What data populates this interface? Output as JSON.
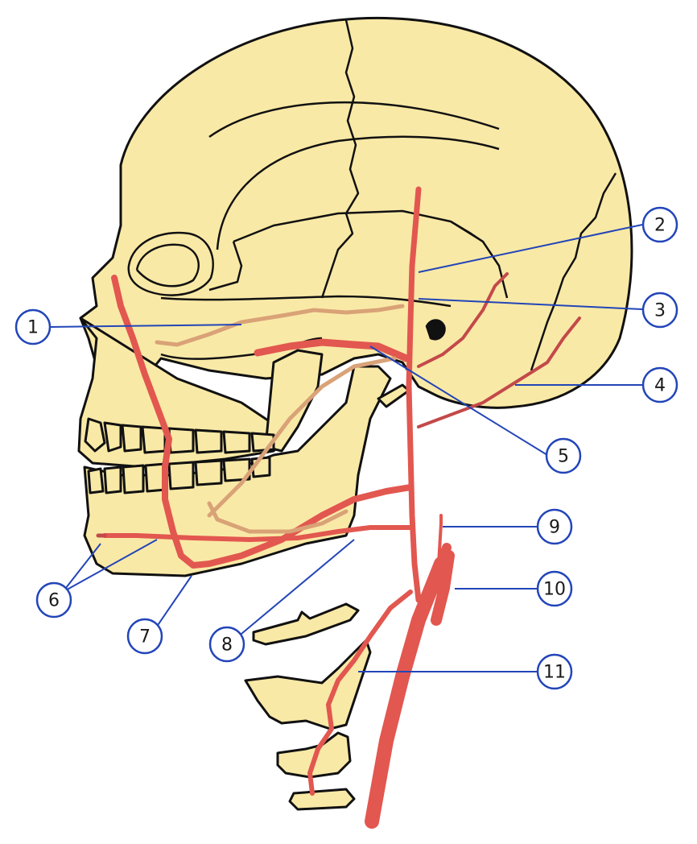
{
  "diagram": {
    "labels": [
      {
        "id": "1",
        "text": "1"
      },
      {
        "id": "2",
        "text": "2"
      },
      {
        "id": "3",
        "text": "3"
      },
      {
        "id": "4",
        "text": "4"
      },
      {
        "id": "5",
        "text": "5"
      },
      {
        "id": "6",
        "text": "6"
      },
      {
        "id": "7",
        "text": "7"
      },
      {
        "id": "8",
        "text": "8"
      },
      {
        "id": "9",
        "text": "9"
      },
      {
        "id": "10",
        "text": "10"
      },
      {
        "id": "11",
        "text": "11"
      }
    ],
    "colors": {
      "bone": "#f9e9a6",
      "artery": "#e2574f",
      "leader": "#2245b8"
    }
  }
}
